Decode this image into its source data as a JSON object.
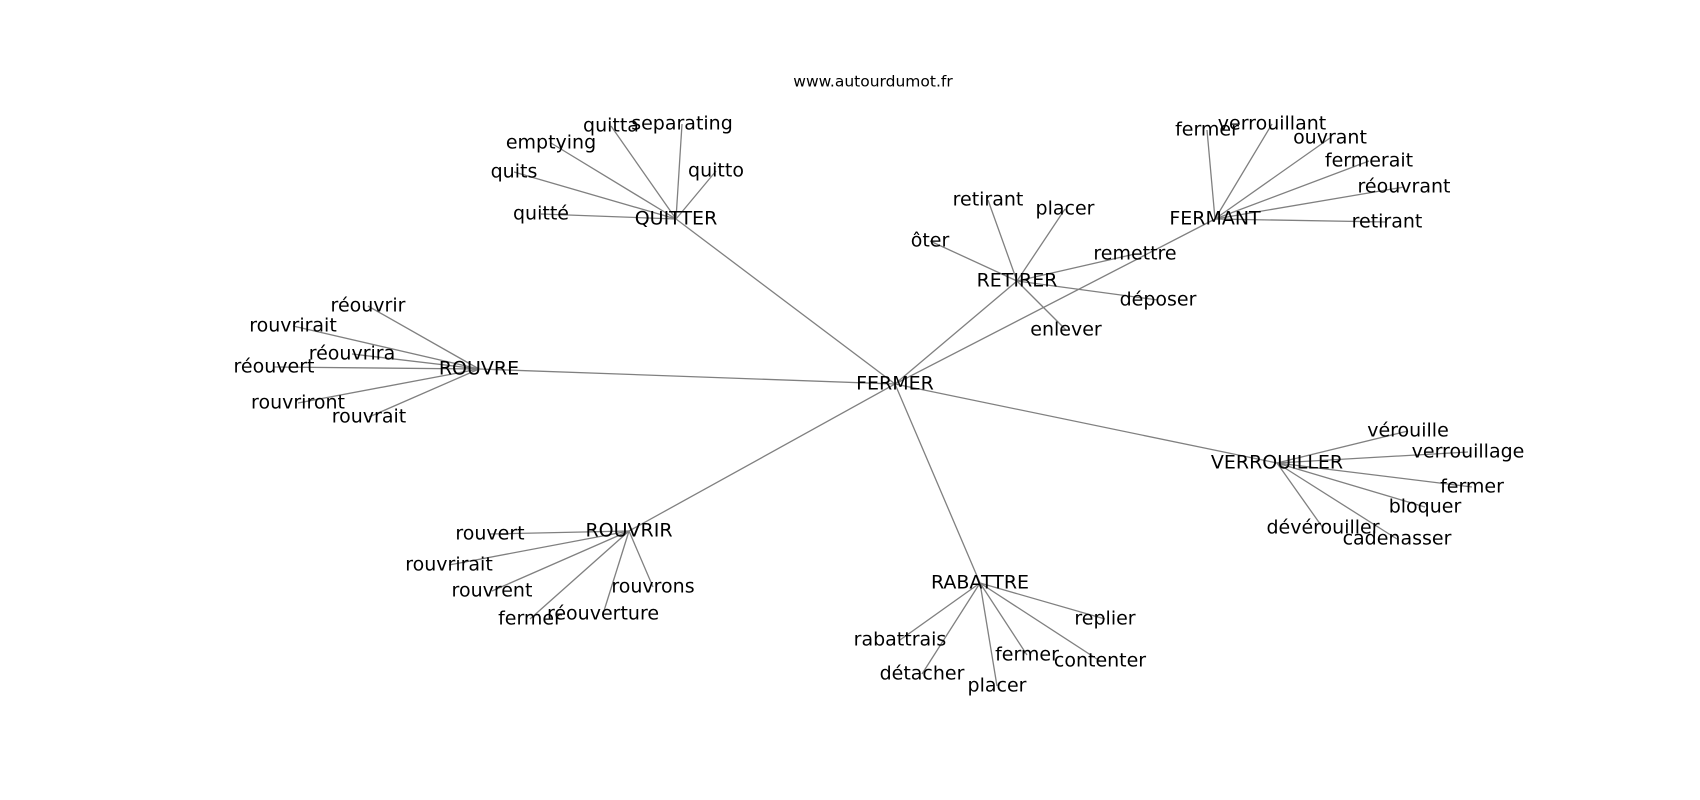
{
  "site_label": "www.autourdumot.fr",
  "root": "FERMER",
  "hubs": [
    {
      "id": "quitter",
      "label": "QUITTER",
      "leaves": [
        "quitta",
        "separating",
        "emptying",
        "quits",
        "quitto",
        "quitté"
      ]
    },
    {
      "id": "retirer",
      "label": "RETIRER",
      "leaves": [
        "retirant",
        "placer",
        "ôter",
        "remettre",
        "déposer",
        "enlever"
      ]
    },
    {
      "id": "fermant",
      "label": "FERMANT",
      "leaves": [
        "fermer",
        "verrouillant",
        "ouvrant",
        "fermerait",
        "réouvrant",
        "retirant"
      ]
    },
    {
      "id": "rouvre",
      "label": "ROUVRE",
      "leaves": [
        "réouvrir",
        "rouvrirait",
        "réouvrira",
        "réouvert",
        "rouvriront",
        "rouvrait"
      ]
    },
    {
      "id": "verrouiller",
      "label": "VERROUILLER",
      "leaves": [
        "vérouille",
        "verrouillage",
        "fermer",
        "bloquer",
        "dévérouiller",
        "cadenasser"
      ]
    },
    {
      "id": "rouvrir",
      "label": "ROUVRIR",
      "leaves": [
        "rouvert",
        "rouvrirait",
        "rouvrent",
        "rouvrons",
        "fermer",
        "réouverture"
      ]
    },
    {
      "id": "rabattre",
      "label": "RABATTRE",
      "leaves": [
        "replier",
        "rabattrais",
        "fermer",
        "contenter",
        "détacher",
        "placer"
      ]
    }
  ]
}
